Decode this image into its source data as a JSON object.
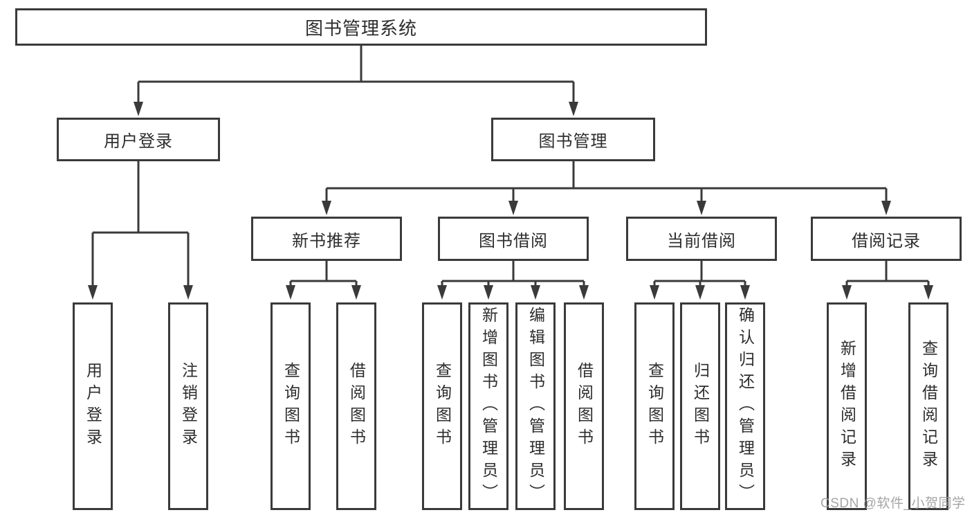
{
  "diagram": {
    "type": "hierarchy-tree",
    "colors": {
      "line": "#3a3a3a",
      "border": "#3a3a3a",
      "text": "#2d2d2d",
      "background": "#ffffff",
      "watermark": "#9b9b9b"
    },
    "tree": {
      "label": "图书管理系统",
      "children": [
        {
          "label": "用户登录",
          "children": [
            {
              "label": "用户登录"
            },
            {
              "label": "注销登录"
            }
          ]
        },
        {
          "label": "图书管理",
          "children": [
            {
              "label": "新书推荐",
              "children": [
                {
                  "label": "查询图书"
                },
                {
                  "label": "借阅图书"
                }
              ]
            },
            {
              "label": "图书借阅",
              "children": [
                {
                  "label": "查询图书"
                },
                {
                  "label": "新增图书（管理员）"
                },
                {
                  "label": "编辑图书（管理员）"
                },
                {
                  "label": "借阅图书"
                }
              ]
            },
            {
              "label": "当前借阅",
              "children": [
                {
                  "label": "查询图书"
                },
                {
                  "label": "归还图书"
                },
                {
                  "label": "确认归还（管理员）"
                }
              ]
            },
            {
              "label": "借阅记录",
              "children": [
                {
                  "label": "新增借阅记录"
                },
                {
                  "label": "查询借阅记录"
                }
              ]
            }
          ]
        }
      ]
    },
    "watermark": {
      "text": "CSDN @软件_小贺同学"
    }
  }
}
